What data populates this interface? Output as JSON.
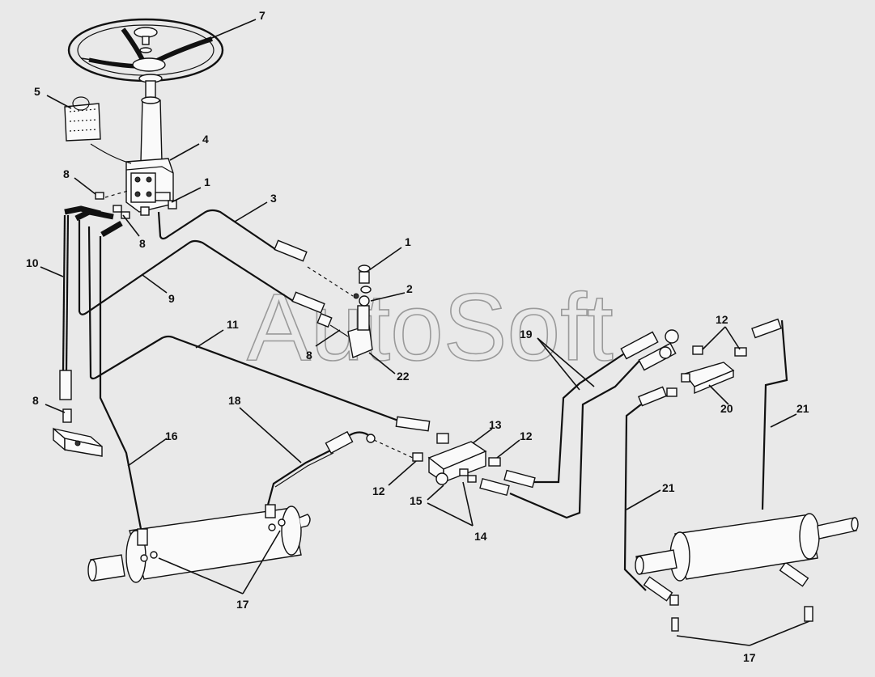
{
  "watermark": "AutoSoft",
  "callouts": [
    {
      "id": "c7",
      "text": "7"
    },
    {
      "id": "c5",
      "text": "5"
    },
    {
      "id": "c4",
      "text": "4"
    },
    {
      "id": "c8a",
      "text": "8"
    },
    {
      "id": "c1a",
      "text": "1"
    },
    {
      "id": "c8b",
      "text": "8"
    },
    {
      "id": "c3",
      "text": "3"
    },
    {
      "id": "c10",
      "text": "10"
    },
    {
      "id": "c9",
      "text": "9"
    },
    {
      "id": "c1b",
      "text": "1"
    },
    {
      "id": "c2",
      "text": "2"
    },
    {
      "id": "c11",
      "text": "11"
    },
    {
      "id": "c8c",
      "text": "8"
    },
    {
      "id": "c22",
      "text": "22"
    },
    {
      "id": "c19",
      "text": "19"
    },
    {
      "id": "c12a",
      "text": "12"
    },
    {
      "id": "c20",
      "text": "20"
    },
    {
      "id": "c21a",
      "text": "21"
    },
    {
      "id": "c8d",
      "text": "8"
    },
    {
      "id": "c16",
      "text": "16"
    },
    {
      "id": "c18",
      "text": "18"
    },
    {
      "id": "c13",
      "text": "13"
    },
    {
      "id": "c12b",
      "text": "12"
    },
    {
      "id": "c12c",
      "text": "12"
    },
    {
      "id": "c15",
      "text": "15"
    },
    {
      "id": "c14",
      "text": "14"
    },
    {
      "id": "c21b",
      "text": "21"
    },
    {
      "id": "c17a",
      "text": "17"
    },
    {
      "id": "c17b",
      "text": "17"
    }
  ]
}
